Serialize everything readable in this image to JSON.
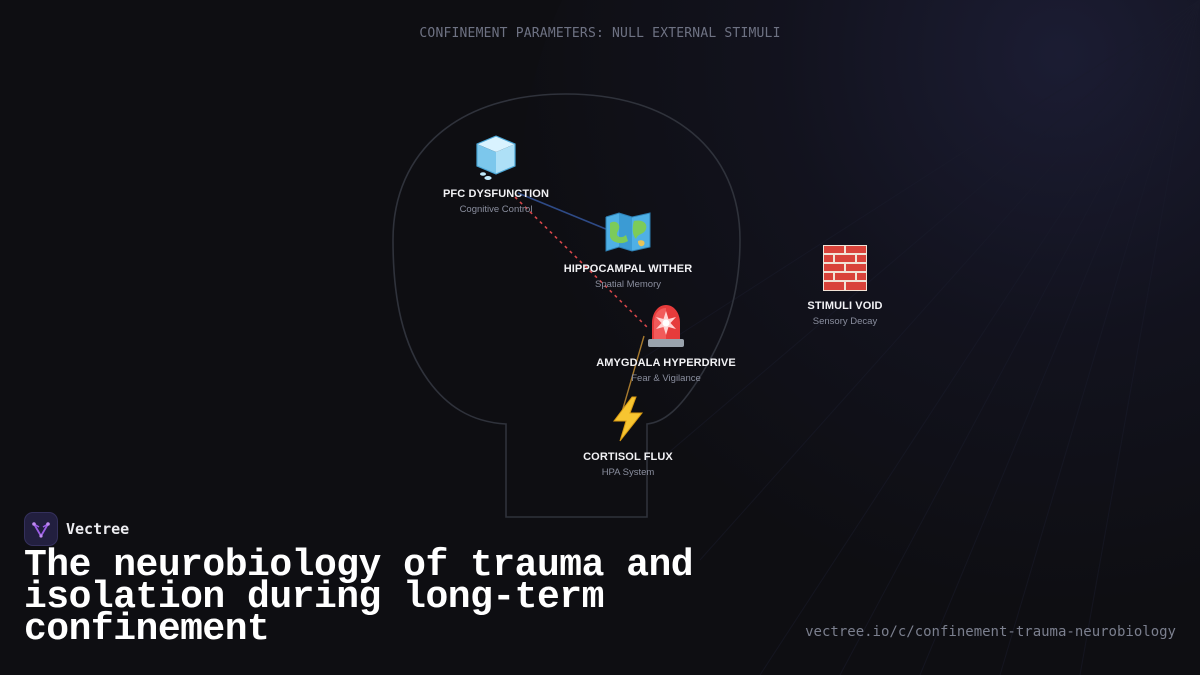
{
  "header": {
    "subtitle": "CONFINEMENT PARAMETERS: NULL EXTERNAL STIMULI"
  },
  "diagram": {
    "nodes": [
      {
        "id": "pfc",
        "icon": "ice-cube-icon",
        "title": "PFC DYSFUNCTION",
        "subtitle": "Cognitive Control"
      },
      {
        "id": "hippocampus",
        "icon": "world-map-icon",
        "title": "HIPPOCAMPAL WITHER",
        "subtitle": "Spatial Memory"
      },
      {
        "id": "amygdala",
        "icon": "siren-light-icon",
        "title": "AMYGDALA HYPERDRIVE",
        "subtitle": "Fear & Vigilance"
      },
      {
        "id": "cortisol",
        "icon": "lightning-bolt-icon",
        "title": "CORTISOL FLUX",
        "subtitle": "HPA System"
      },
      {
        "id": "stimuli",
        "icon": "brick-wall-icon",
        "title": "STIMULI VOID",
        "subtitle": "Sensory Decay"
      }
    ],
    "links": [
      {
        "from": "pfc",
        "to": "hippocampus",
        "style": "solid",
        "color": "#2e4a86"
      },
      {
        "from": "pfc",
        "to": "amygdala",
        "style": "dashed",
        "color": "#d8474a"
      },
      {
        "from": "amygdala",
        "to": "cortisol",
        "style": "solid",
        "color": "#a77a2e"
      }
    ],
    "outline_color": "#2f323b"
  },
  "brand": {
    "name": "Vectree",
    "logo_icon": "vectree-logo-icon",
    "accent": "#9b5de5"
  },
  "headline": "The neurobiology of trauma and isolation during long-term confinement",
  "url": "vectree.io/c/confinement-trauma-neurobiology",
  "colors": {
    "background": "#0e0e12",
    "text": "#ffffff",
    "muted": "#6e7283"
  }
}
